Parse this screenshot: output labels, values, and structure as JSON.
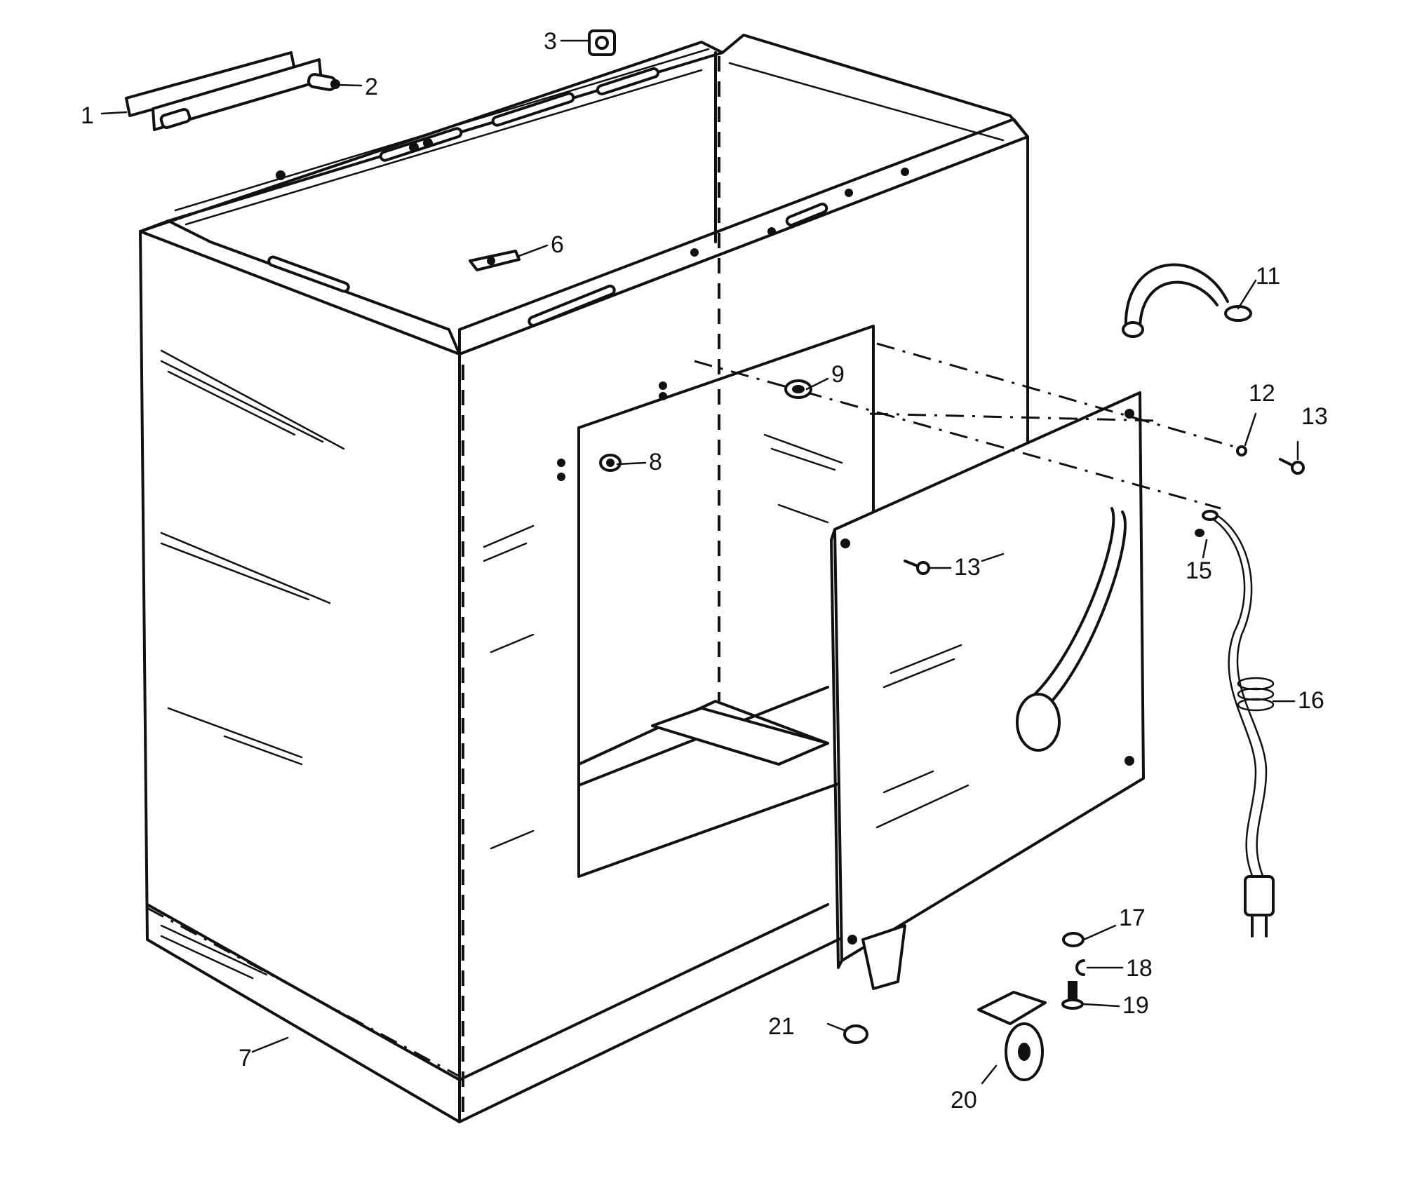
{
  "callouts": [
    {
      "id": "c1",
      "text": "1"
    },
    {
      "id": "c2",
      "text": "2"
    },
    {
      "id": "c3",
      "text": "3"
    },
    {
      "id": "c6",
      "text": "6"
    },
    {
      "id": "c7",
      "text": "7"
    },
    {
      "id": "c8",
      "text": "8"
    },
    {
      "id": "c9",
      "text": "9"
    },
    {
      "id": "c11",
      "text": "11"
    },
    {
      "id": "c12",
      "text": "12"
    },
    {
      "id": "c13a",
      "text": "13"
    },
    {
      "id": "c13b",
      "text": "13"
    },
    {
      "id": "c15",
      "text": "15"
    },
    {
      "id": "c16",
      "text": "16"
    },
    {
      "id": "c17",
      "text": "17"
    },
    {
      "id": "c18",
      "text": "18"
    },
    {
      "id": "c19",
      "text": "19"
    },
    {
      "id": "c20",
      "text": "20"
    },
    {
      "id": "c21",
      "text": "21"
    }
  ],
  "colors": {
    "ink": "#111111",
    "paper": "#ffffff"
  }
}
